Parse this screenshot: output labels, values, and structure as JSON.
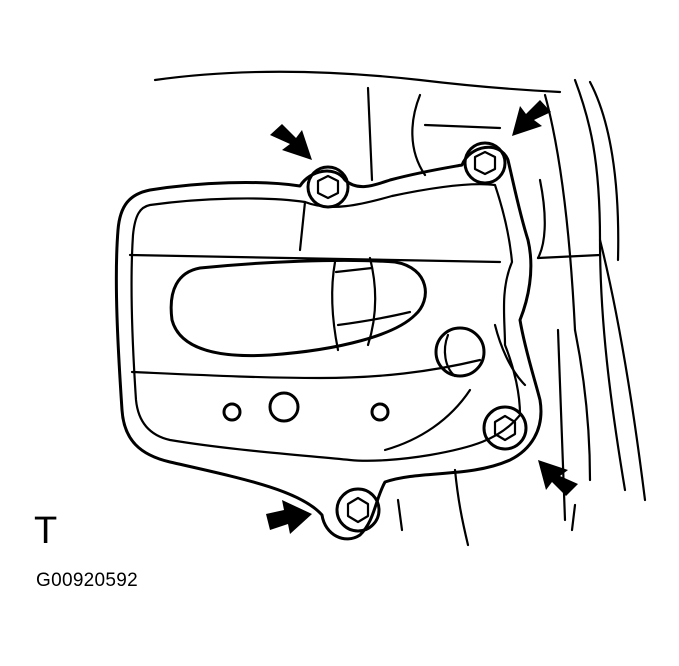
{
  "figure": {
    "corner_label": "T",
    "code_label": "G00920592"
  },
  "colors": {
    "line": "#000000",
    "background": "#ffffff"
  },
  "callouts": [
    {
      "name": "bolt-top-left",
      "arrow": "arrow-icon"
    },
    {
      "name": "bolt-top-right",
      "arrow": "arrow-icon"
    },
    {
      "name": "bolt-lower-right",
      "arrow": "arrow-icon"
    },
    {
      "name": "bolt-bottom",
      "arrow": "arrow-icon"
    }
  ]
}
